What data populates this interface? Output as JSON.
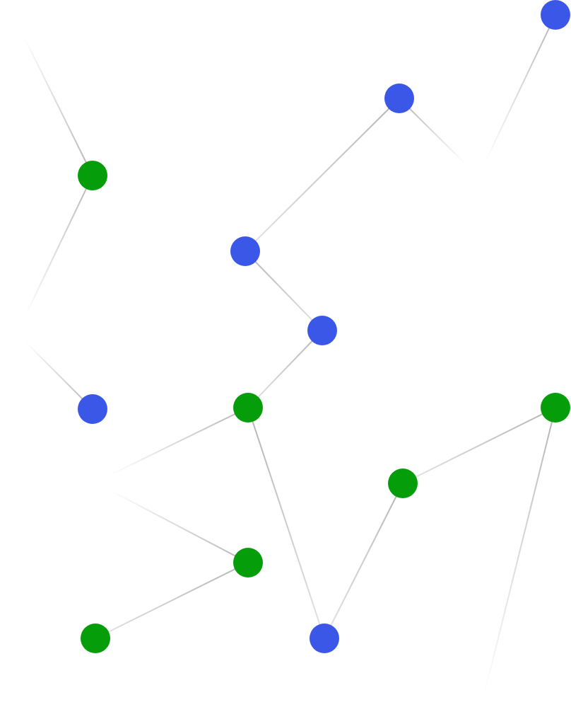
{
  "colors": {
    "background": "#ffffff",
    "node_blue": "#3b57e8",
    "node_green": "#069d0b",
    "edge_dark": "#b3b3b3",
    "edge_fade": "#ffffff"
  },
  "nodes": [
    {
      "id": "blue-top-right",
      "kind": "blue"
    },
    {
      "id": "blue-upper-mid",
      "kind": "blue"
    },
    {
      "id": "green-left-upper",
      "kind": "green"
    },
    {
      "id": "blue-center",
      "kind": "blue"
    },
    {
      "id": "blue-center-right",
      "kind": "blue"
    },
    {
      "id": "blue-left-mid",
      "kind": "blue"
    },
    {
      "id": "green-center",
      "kind": "green"
    },
    {
      "id": "green-right",
      "kind": "green"
    },
    {
      "id": "green-center-right",
      "kind": "green"
    },
    {
      "id": "green-center-lower",
      "kind": "green"
    },
    {
      "id": "green-bottom-left",
      "kind": "green"
    },
    {
      "id": "blue-bottom-center",
      "kind": "blue"
    }
  ],
  "edges": [
    {
      "from": "blue-top-right",
      "to": "open-a"
    },
    {
      "from": "blue-upper-mid",
      "to": "open-b"
    },
    {
      "from": "blue-upper-mid",
      "to": "blue-center"
    },
    {
      "from": "green-left-upper",
      "to": "open-c"
    },
    {
      "from": "green-left-upper",
      "to": "open-d"
    },
    {
      "from": "blue-left-mid",
      "to": "open-e"
    },
    {
      "from": "blue-center",
      "to": "blue-center-right"
    },
    {
      "from": "blue-center-right",
      "to": "green-center"
    },
    {
      "from": "green-center",
      "to": "open-f"
    },
    {
      "from": "green-center",
      "to": "blue-bottom-center"
    },
    {
      "from": "green-center-lower",
      "to": "open-g"
    },
    {
      "from": "green-center-lower",
      "to": "green-bottom-left"
    },
    {
      "from": "green-right",
      "to": "green-center-right"
    },
    {
      "from": "green-right",
      "to": "open-h"
    },
    {
      "from": "green-center-right",
      "to": "blue-bottom-center"
    }
  ]
}
